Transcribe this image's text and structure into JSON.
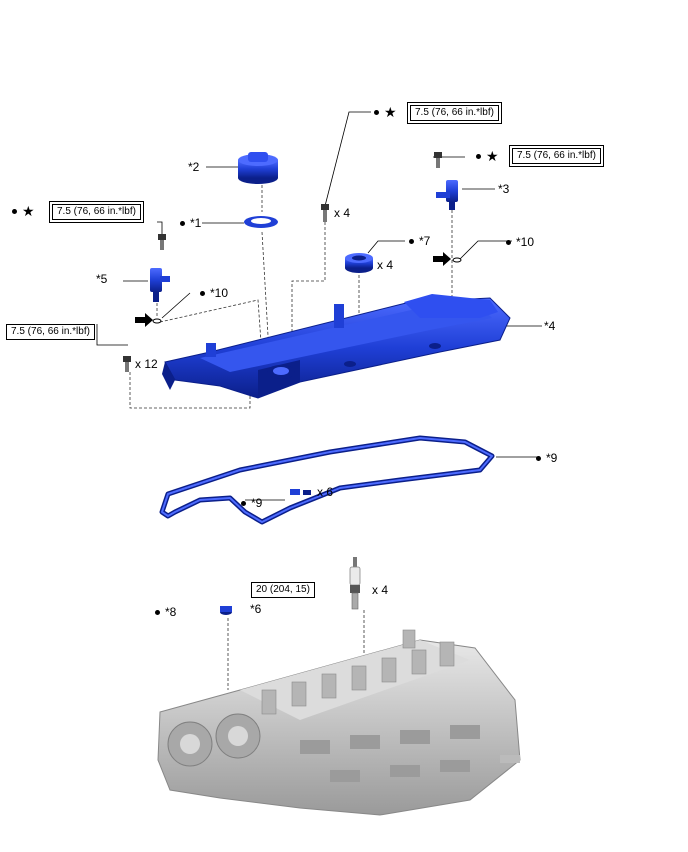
{
  "torques": {
    "t_top": "7.5 (76, 66 in.*lbf)",
    "t_right": "7.5 (76, 66 in.*lbf)",
    "t_left": "7.5 (76, 66 in.*lbf)",
    "t_low": "7.5 (76, 66 in.*lbf)",
    "t_plug": "20 (204, 15)"
  },
  "parts": {
    "p1": "*1",
    "p2": "*2",
    "p3": "*3",
    "p4": "*4",
    "p5": "*5",
    "p6": "*6",
    "p7": "*7",
    "p8": "*8",
    "p9a": "*9",
    "p9b": "*9",
    "p10a": "*10",
    "p10b": "*10"
  },
  "quantities": {
    "q_bolt_top": "x 4",
    "q_seal": "x 4",
    "q_bolts12": "x 12",
    "q_gasket": "x 6",
    "q_plug": "x 4"
  },
  "symbols": {
    "star": "★"
  },
  "colors": {
    "part_blue": "#1f3fd6",
    "part_dark": "#0b1f8a",
    "engine_grey": "#c8c8c8"
  }
}
